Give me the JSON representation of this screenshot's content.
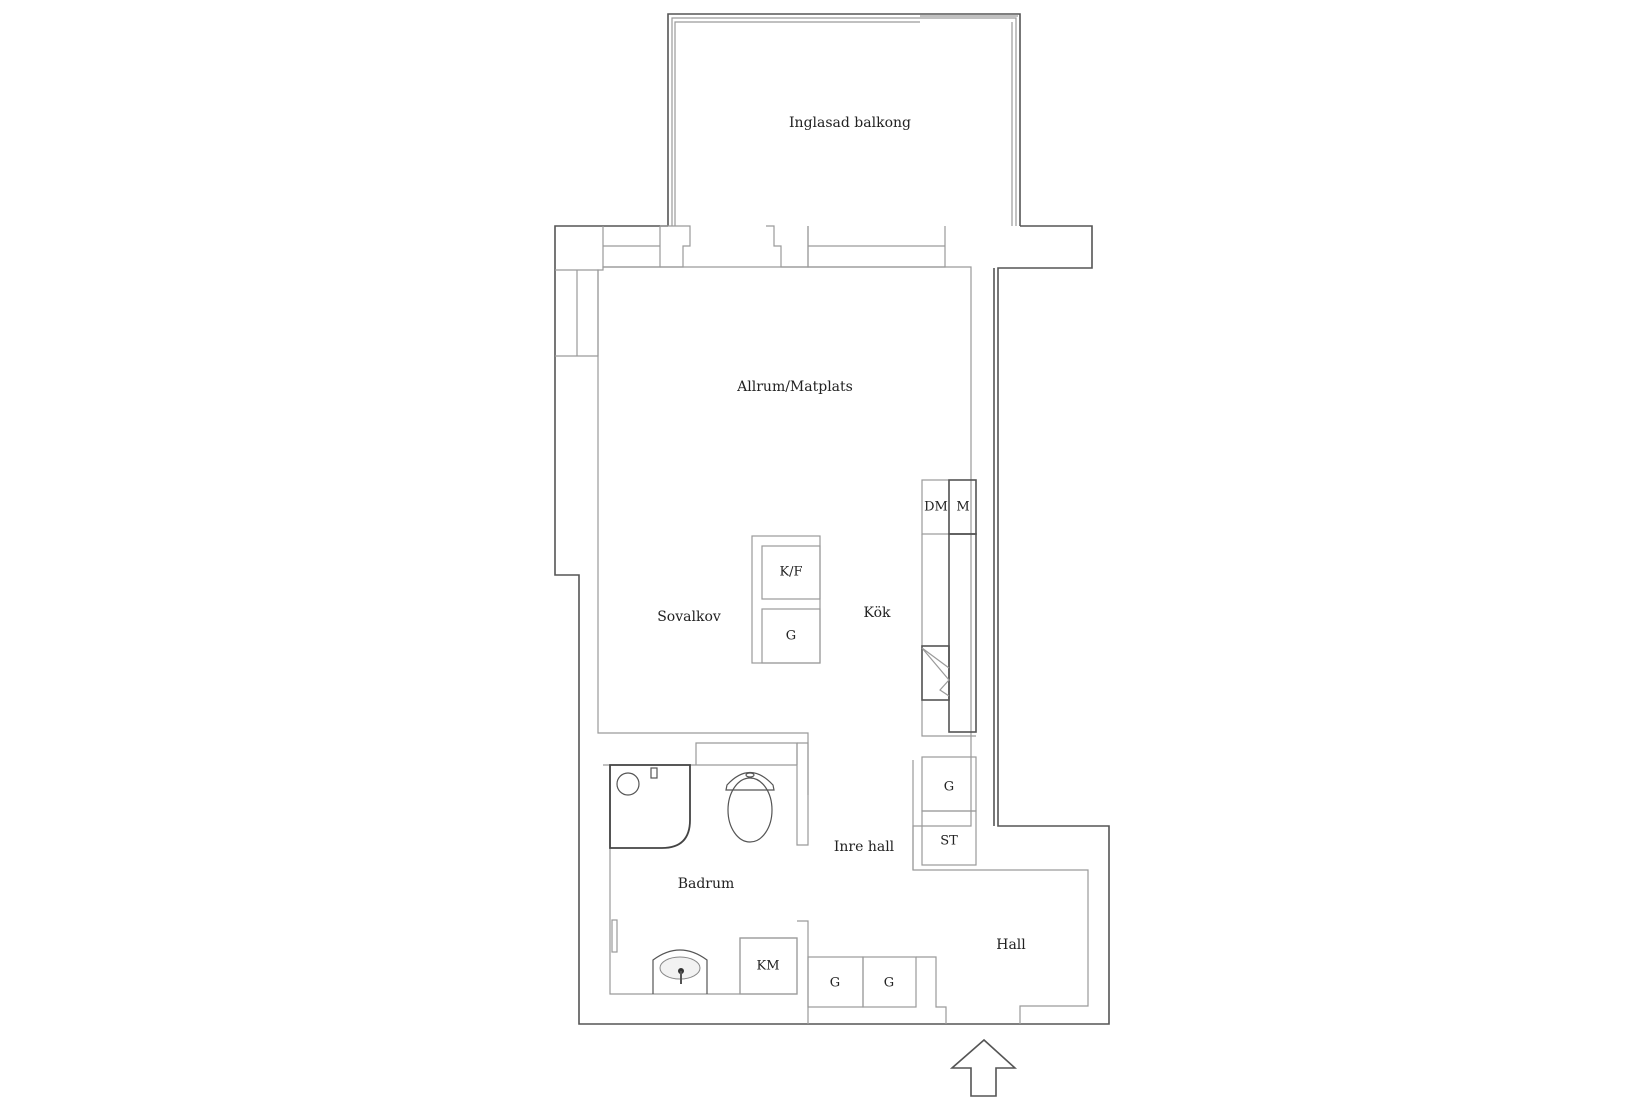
{
  "plan": {
    "rooms": [
      {
        "id": "balcony",
        "label": "Inglasad balkong"
      },
      {
        "id": "living",
        "label": "Allrum/Matplats"
      },
      {
        "id": "alcove",
        "label": "Sovalkov"
      },
      {
        "id": "kitchen",
        "label": "Kök"
      },
      {
        "id": "inner_hall",
        "label": "Inre hall"
      },
      {
        "id": "bathroom",
        "label": "Badrum"
      },
      {
        "id": "hall",
        "label": "Hall"
      }
    ],
    "fixtures": {
      "dishwasher": "DM",
      "microwave": "M",
      "fridge_freezer": "K/F",
      "wardrobe_island": "G",
      "wardrobe_hall_1": "G",
      "storage": "ST",
      "washing_machine": "KM",
      "wardrobe_bottom_1": "G",
      "wardrobe_bottom_2": "G"
    },
    "entrance_arrow": "entrance-arrow"
  }
}
